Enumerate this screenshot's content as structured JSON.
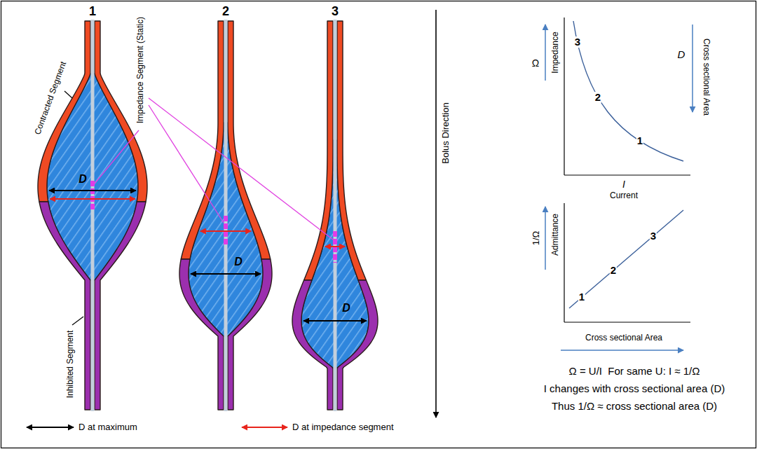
{
  "diagram": {
    "labels": [
      "1",
      "2",
      "3",
      "Contracted Segment",
      "Impedance Segment (Static)",
      "D",
      "D",
      "D",
      "Inhibited Segment",
      "Bolus Direction",
      "Ω",
      "Impedance",
      "3",
      "2",
      "1",
      "D",
      "Cross sectional Area",
      "I",
      "Current",
      "1/Ω",
      "Admittance",
      "1",
      "2",
      "3",
      "Cross sectional Area",
      "Ω = U/I  For same U: I ≈ 1/Ω",
      "I changes with cross sectional area (D)",
      "Thus 1/Ω ≈ cross sectional area (D)"
    ],
    "legend": [
      {
        "text": "D at maximum"
      },
      {
        "text": "D at impedance segment"
      }
    ]
  }
}
